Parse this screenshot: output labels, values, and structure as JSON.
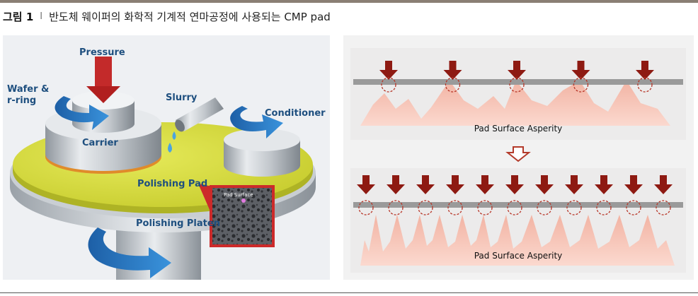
{
  "caption": {
    "figure_number": "그림 1",
    "separator": "I",
    "title": "반도체 웨이퍼의 화학적 기계적 연마공정에 사용되는 CMP pad"
  },
  "left_diagram": {
    "labels": {
      "pressure": "Pressure",
      "wafer_line1": "Wafer &",
      "wafer_line2": "r-ring",
      "slurry": "Slurry",
      "conditioner": "Conditioner",
      "carrier": "Carrier",
      "polishing_pad": "Polishing Pad",
      "pad_surface": "Pad Surface",
      "polishing_platen": "Polishing Platen"
    },
    "colors": {
      "pad": "#d7dd3c",
      "arrow_blue": "#2b78c4",
      "pressure_arrow": "#c32a2a",
      "label": "#1e4f7f"
    }
  },
  "right_diagram": {
    "top_label": "Pad Surface Asperity",
    "bottom_label": "Pad Surface Asperity",
    "top_contact_points": 5,
    "bottom_contact_points": 11,
    "colors": {
      "arrow": "#8e1a12",
      "asperity": "#f4c2b5",
      "wafer_bar": "#9a9a9a",
      "transition_arrow": "#b33a2a"
    }
  }
}
